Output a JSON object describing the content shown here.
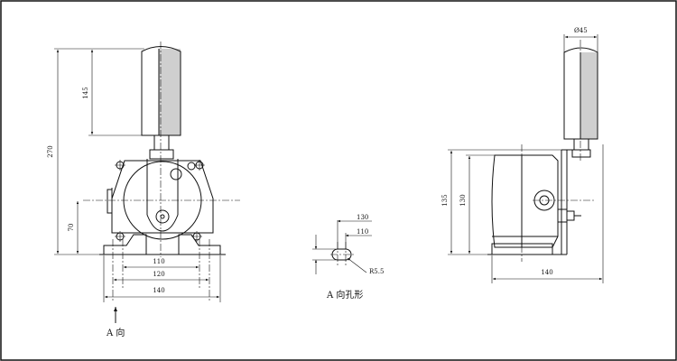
{
  "colors": {
    "line": "#111111",
    "shade": "#cfcfcf",
    "background": "#ffffff"
  },
  "front_view": {
    "dim_270": "270",
    "dim_145": "145",
    "dim_70": "70",
    "dim_110": "110",
    "dim_120": "120",
    "dim_140": "140"
  },
  "side_view": {
    "dim_dia45": "Ø45",
    "dim_135": "135",
    "dim_130": "130",
    "dim_140": "140"
  },
  "hole_detail": {
    "dim_130": "130",
    "dim_110": "110",
    "radius": "R5.5",
    "caption": "A 向孔形"
  },
  "view_arrow": {
    "label": "A 向"
  }
}
